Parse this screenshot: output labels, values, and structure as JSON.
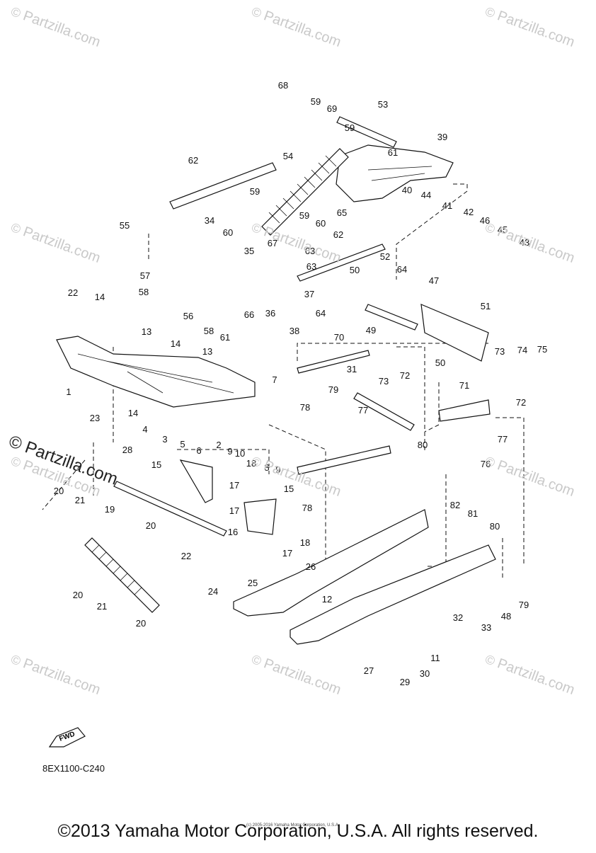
{
  "watermark": {
    "symbol": "©",
    "text": "Partzilla.com"
  },
  "brand_watermark": "© Partzilla.com",
  "fwd_label": "FWD",
  "diagram_code": "8EX1100-C240",
  "copyright_small": "(c) 2005-2016 Yamaha Motor Corporation, U.S.A.",
  "copyright": "©2013 Yamaha Motor Corporation, U.S.A. All rights reserved.",
  "callouts": [
    "68",
    "59",
    "69",
    "53",
    "59",
    "61",
    "39",
    "54",
    "62",
    "59",
    "60",
    "59",
    "60",
    "40",
    "44",
    "65",
    "41",
    "42",
    "46",
    "45",
    "43",
    "55",
    "34",
    "67",
    "63",
    "62",
    "63",
    "64",
    "57",
    "35",
    "50",
    "52",
    "58",
    "36",
    "37",
    "64",
    "56",
    "66",
    "58",
    "61",
    "38",
    "47",
    "51",
    "22",
    "14",
    "13",
    "14",
    "13",
    "73",
    "74",
    "75",
    "70",
    "50",
    "49",
    "72",
    "31",
    "1",
    "23",
    "14",
    "4",
    "3",
    "5",
    "6",
    "2",
    "7",
    "9",
    "10",
    "79",
    "73",
    "78",
    "77",
    "71",
    "72",
    "76",
    "77",
    "28",
    "15",
    "18",
    "8",
    "9",
    "80",
    "20",
    "21",
    "19",
    "17",
    "15",
    "17",
    "16",
    "18",
    "22",
    "20",
    "78",
    "82",
    "81",
    "80",
    "20",
    "24",
    "25",
    "26",
    "17",
    "21",
    "12",
    "32",
    "33",
    "48",
    "79",
    "20",
    "11",
    "27",
    "29",
    "30"
  ]
}
